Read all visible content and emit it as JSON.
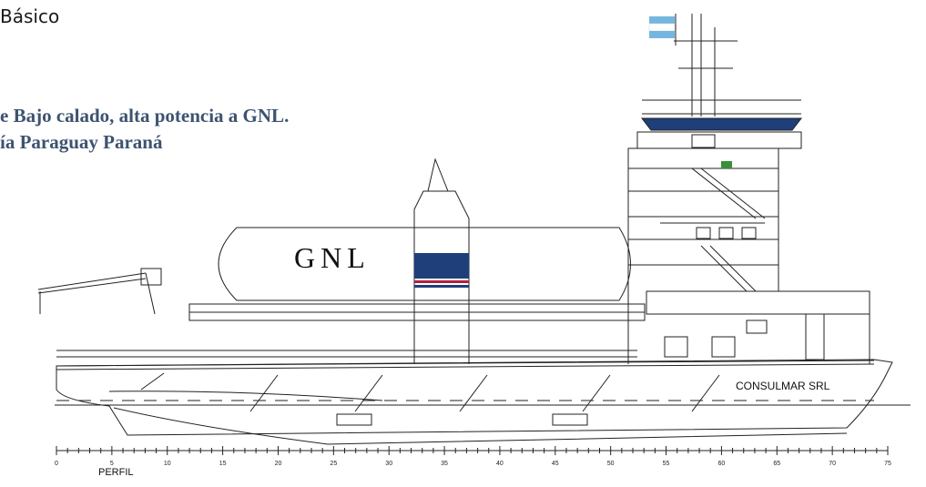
{
  "header": {
    "title": "Básico",
    "subtitle_line1": "e Bajo calado, alta potencia a GNL.",
    "subtitle_line2": "ía Paraguay Paraná"
  },
  "drawing": {
    "tank_label": "GNL",
    "company_label": "CONSULMAR SRL",
    "view_label": "PERFIL",
    "scale_ticks": [
      "0",
      "5",
      "10",
      "15",
      "20",
      "25",
      "30",
      "35",
      "40",
      "45",
      "50",
      "55",
      "60",
      "65",
      "70",
      "75"
    ]
  },
  "colors": {
    "subtitle": "#3d5370",
    "funnel_blue": "#1f3f7a",
    "funnel_red": "#b22234",
    "flag_blue": "#74b6e0",
    "roof": "#1f3f7a"
  }
}
